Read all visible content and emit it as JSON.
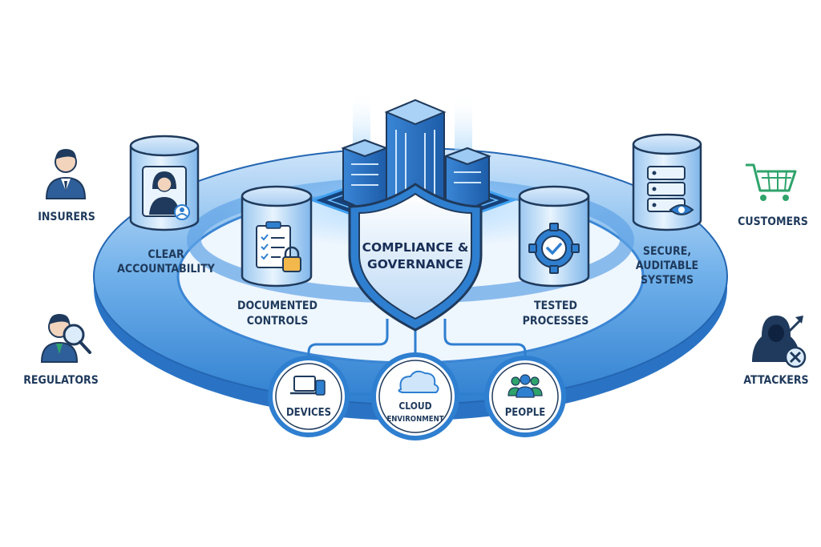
{
  "center": {
    "title_line1": "COMPLIANCE &",
    "title_line2": "GOVERNANCE"
  },
  "pillars": {
    "clear_accountability": {
      "line1": "CLEAR",
      "line2": "ACCOUNTABILITY"
    },
    "documented_controls": {
      "line1": "DOCUMENTED",
      "line2": "CONTROLS"
    },
    "tested_processes": {
      "line1": "TESTED",
      "line2": "PROCESSES"
    },
    "secure_systems": {
      "line1": "SECURE,",
      "line2": "AUDITABLE",
      "line3": "SYSTEMS"
    }
  },
  "foundation": {
    "devices": "DEVICES",
    "cloud_line1": "CLOUD",
    "cloud_line2": "ENVIRONMENT",
    "people": "PEOPLE"
  },
  "stakeholders": {
    "insurers": "INSURERS",
    "regulators": "REGULATORS",
    "customers": "CUSTOMERS",
    "attackers": "ATTACKERS"
  },
  "colors": {
    "ring_outer": "#4a8fd6",
    "ring_inner": "#bfdcf6",
    "outline": "#1f3a5c",
    "accent": "#2f7fd0",
    "cart_green": "#2fa36b",
    "danger_dark": "#1f3a5c"
  }
}
